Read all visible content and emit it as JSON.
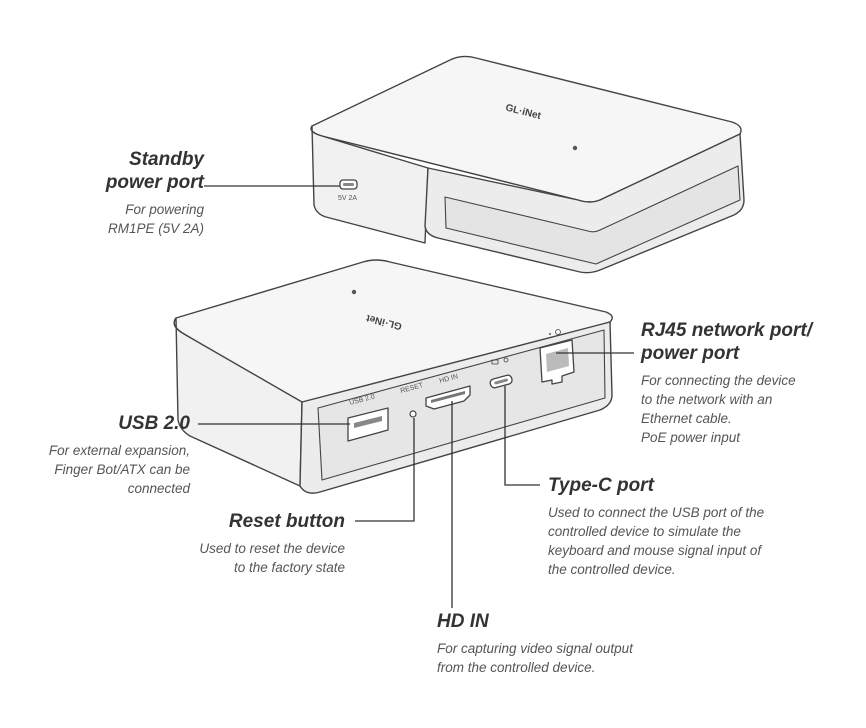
{
  "callouts": {
    "standby": {
      "title_lines": [
        "Standby",
        "power port"
      ],
      "desc_lines": [
        "For powering",
        "RM1PE (5V 2A)"
      ]
    },
    "rj45": {
      "title_lines": [
        "RJ45 network port/",
        "power port"
      ],
      "desc_lines": [
        "For connecting the device",
        "to the network with an",
        "Ethernet cable.",
        "PoE power input"
      ]
    },
    "usb": {
      "title_lines": [
        "USB 2.0"
      ],
      "desc_lines": [
        "For external expansion,",
        "Finger Bot/ATX can be",
        "connected"
      ]
    },
    "typec": {
      "title_lines": [
        "Type-C port"
      ],
      "desc_lines": [
        "Used to connect the USB port of the",
        "controlled device to simulate the",
        "keyboard and mouse signal input of",
        "the controlled device."
      ]
    },
    "reset": {
      "title_lines": [
        "Reset button"
      ],
      "desc_lines": [
        "Used to reset the device",
        "to the factory state"
      ]
    },
    "hdin": {
      "title_lines": [
        "HD IN"
      ],
      "desc_lines": [
        "For capturing video signal output",
        "from the controlled device."
      ]
    }
  },
  "device_labels": {
    "logo": "GL·iNet",
    "rear_power_label": "5V 2A",
    "usb_port_label": "USB 2.0",
    "reset_label": "RESET",
    "hdmi_label": "HD IN"
  }
}
